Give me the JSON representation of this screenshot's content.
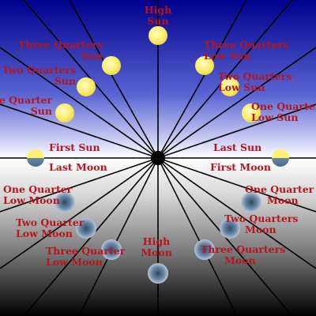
{
  "colors": {
    "sky_top": "#00008c",
    "sky_mid": "#b4bcf0",
    "horizon": "#ffffff",
    "ground_mid": "#8c8c8c",
    "ground_bottom": "#000000",
    "label": "#b8141e",
    "sun": "#fff070",
    "moon": "#5a7896",
    "rays": "#000000"
  },
  "labels": {
    "high_sun": [
      "High",
      "Sun"
    ],
    "three_quarters_sun": [
      "Three Quarters",
      "Sun"
    ],
    "two_quarters_sun": [
      "Two Quarters",
      "Sun"
    ],
    "one_quarter_sun": [
      "One Quarter",
      "Sun"
    ],
    "first_sun": "First Sun",
    "last_moon": "Last Moon",
    "one_quarter_low_moon": [
      "One Quarter",
      "Low Moon"
    ],
    "two_quarter_low_moon": [
      "Two Quarter",
      "Low Moon"
    ],
    "three_quarter_low_moon": [
      "Three Quarter",
      "Low Moon"
    ],
    "high_moon": [
      "High",
      "Moon"
    ],
    "three_quarters_moon": [
      "Three Quarters",
      "Moon"
    ],
    "two_quarters_moon": [
      "Two Quarters",
      "Moon"
    ],
    "one_quarter_moon": [
      "One Quarter",
      "Moon"
    ],
    "first_moon": "First Moon",
    "last_sun": "Last Sun",
    "one_quarter_low_sun": [
      "One Quarter",
      "Low Sun"
    ],
    "two_quarters_low_sun": [
      "Two Quarters",
      "Low Sun"
    ],
    "three_quarters_low_sun": [
      "Three Quarters",
      "Low Sun"
    ]
  }
}
